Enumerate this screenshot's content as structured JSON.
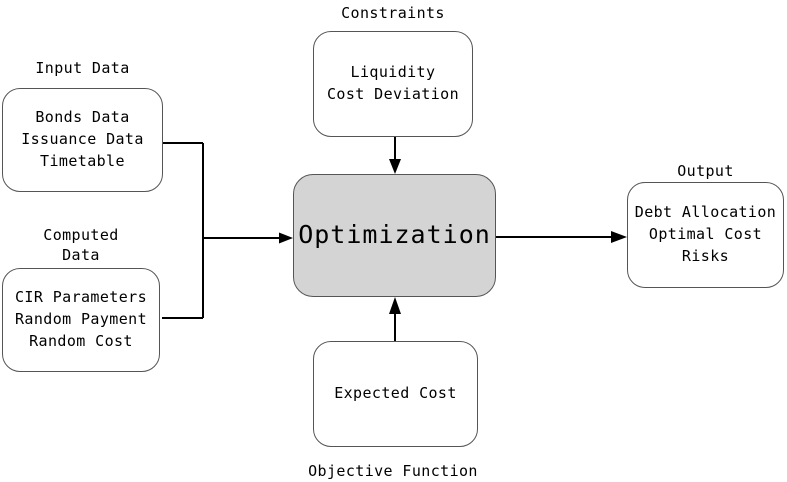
{
  "diagram": {
    "title_caption_input": "Input Data",
    "title_caption_computed": "Computed\nData",
    "title_caption_constraints": "Constraints",
    "title_caption_output": "Output",
    "title_caption_objective": "Objective Function",
    "nodes": {
      "input_data": {
        "caption": "Input Data",
        "lines": [
          "Bonds Data",
          "Issuance Data",
          "Timetable"
        ]
      },
      "computed_data": {
        "caption": "Computed\nData",
        "lines": [
          "CIR Parameters",
          "Random Payment",
          "Random Cost"
        ]
      },
      "constraints": {
        "caption": "Constraints",
        "lines": [
          "Liquidity",
          "Cost Deviation"
        ]
      },
      "optimization": {
        "caption": "",
        "lines": [
          "Optimization"
        ]
      },
      "objective": {
        "caption": "Objective Function",
        "lines": [
          "Expected Cost"
        ]
      },
      "output": {
        "caption": "Output",
        "lines": [
          "Debt Allocation",
          "Optimal Cost",
          "Risks"
        ]
      }
    },
    "colors": {
      "center_fill": "#d4d4d4",
      "box_stroke": "#555555",
      "edge_stroke": "#000000",
      "background": "#ffffff",
      "text": "#000000"
    }
  }
}
